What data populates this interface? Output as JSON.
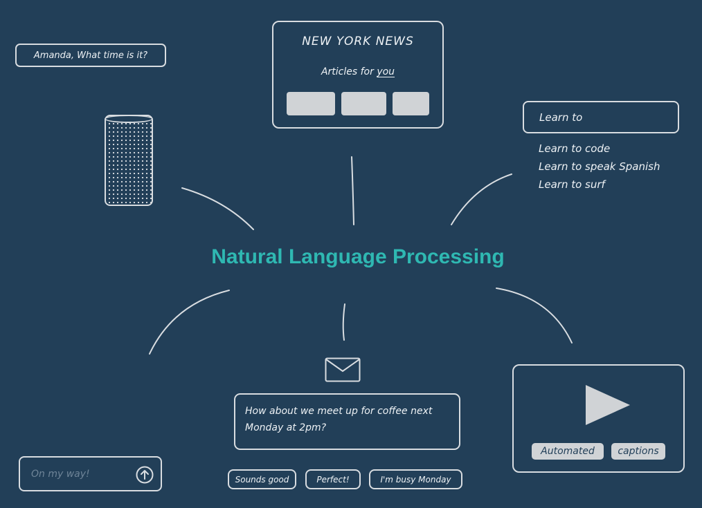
{
  "title": "Natural Language Processing",
  "voice_assistant": {
    "prompt": "Amanda, What time is it?"
  },
  "news": {
    "heading": "NEW YORK NEWS",
    "subtitle_prefix": "Articles for ",
    "subtitle_emphasis": "you"
  },
  "autocomplete": {
    "query": "Learn to",
    "suggestions": [
      "Learn to code",
      "Learn to speak Spanish",
      "Learn to surf"
    ]
  },
  "email": {
    "message": "How about we meet up for coffee next Monday at 2pm?",
    "smart_replies": [
      "Sounds good",
      "Perfect!",
      "I'm busy Monday"
    ]
  },
  "chat": {
    "placeholder": "On my way!",
    "send_icon": "arrow-up-circle-icon"
  },
  "video": {
    "caption_words": [
      "Automated",
      "captions"
    ],
    "play_icon": "play-icon"
  },
  "colors": {
    "background": "#223f58",
    "accent": "#2fb8b2",
    "sketch": "#d9dde1",
    "block": "#d0d3d6"
  }
}
